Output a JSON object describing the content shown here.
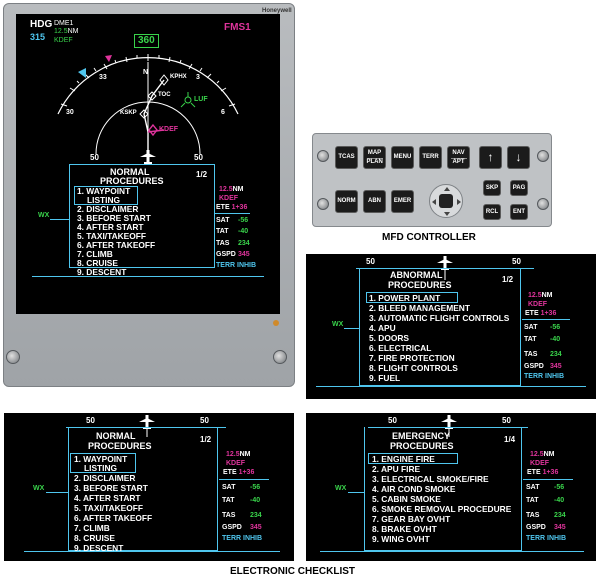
{
  "brand": "Honeywell",
  "main_display": {
    "hdg_label": "HDG",
    "hdg_value": "315",
    "dme_label": "DME1",
    "dme_dist": "12.5",
    "dme_unit": "NM",
    "dme_station": "KDEF",
    "heading_box": "360",
    "fms_label": "FMS1",
    "compass": {
      "n": "N",
      "n33": "33",
      "n30": "30",
      "n3": "3",
      "n6": "6"
    },
    "waypoints": {
      "kphx": "KPHX",
      "toc": "TOC",
      "kskp": "KSKP",
      "luf": "LUF",
      "kdef": "KDEF"
    },
    "range_left": "50",
    "range_right": "50",
    "wx": "WX"
  },
  "side_data": {
    "dist": "12.5",
    "dist_unit": "NM",
    "dest": "KDEF",
    "ete_label": "ETE",
    "ete_value": "1+36",
    "sat_label": "SAT",
    "sat_value": "-56",
    "tat_label": "TAT",
    "tat_value": "-40",
    "tas_label": "TAS",
    "tas_value": "234",
    "gspd_label": "GSPD",
    "gspd_value": "345",
    "terr": "TERR INHIB"
  },
  "normal_procedures": {
    "title1": "NORMAL",
    "title2": "PROCEDURES",
    "page": "1/2",
    "items": [
      "1. WAYPOINT",
      "LISTING",
      "2. DISCLAIMER",
      "3. BEFORE START",
      "4. AFTER START",
      "5. TAXI/TAKEOFF",
      "6. AFTER TAKEOFF",
      "7. CLIMB",
      "8. CRUISE",
      "9. DESCENT"
    ]
  },
  "abnormal_procedures": {
    "title1": "ABNORMAL",
    "title2": "PROCEDURES",
    "page": "1/2",
    "items": [
      "1. POWER PLANT",
      "2. BLEED MANAGEMENT",
      "3. AUTOMATIC FLIGHT CONTROLS",
      "4. APU",
      "5. DOORS",
      "6. ELECTRICAL",
      "7. FIRE PROTECTION",
      "8. FLIGHT CONTROLS",
      "9. FUEL"
    ]
  },
  "emergency_procedures": {
    "title1": "EMERGENCY",
    "title2": "PROCEDURES",
    "page": "1/4",
    "items": [
      "1. ENGINE FIRE",
      "2. APU FIRE",
      "3. ELECTRICAL SMOKE/FIRE",
      "4. AIR COND SMOKE",
      "5. CABIN SMOKE",
      "6. SMOKE REMOVAL PROCEDURE",
      "7. GEAR BAY OVHT",
      "8. BRAKE OVHT",
      "9. WING OVHT"
    ]
  },
  "controller": {
    "tcas": "TCAS",
    "map": "MAP",
    "plan": "PLAN",
    "menu": "MENU",
    "terr": "TERR",
    "nav": "NAV",
    "apt": "APT",
    "up": "↑",
    "down": "↓",
    "norm": "NORM",
    "abn": "ABN",
    "emer": "EMER",
    "skp": "SKP",
    "pag": "PAG",
    "rcl": "RCL",
    "ent": "ENT"
  },
  "captions": {
    "controller": "MFD CONTROLLER",
    "checklist": "ELECTRONIC CHECKLIST"
  },
  "colors": {
    "cyan": "#4fc6ee",
    "green": "#39d34b",
    "magenta": "#e0349c"
  }
}
